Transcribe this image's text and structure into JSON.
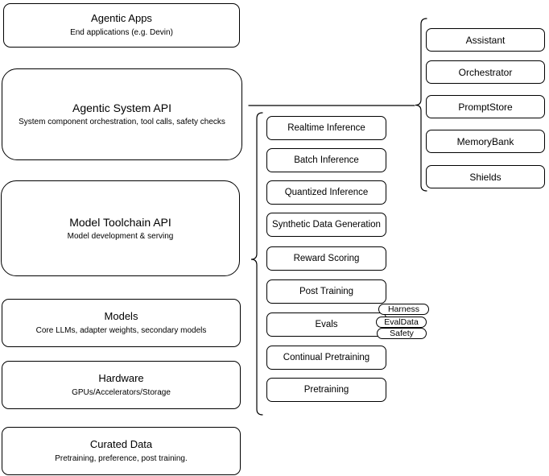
{
  "left_column": {
    "boxes": [
      {
        "title": "Agentic Apps",
        "subtitle": "End applications (e.g. Devin)"
      },
      {
        "title": "Agentic System API",
        "subtitle": "System component orchestration, tool calls, safety checks"
      },
      {
        "title": "Model Toolchain API",
        "subtitle": "Model development & serving"
      },
      {
        "title": "Models",
        "subtitle": "Core LLMs, adapter weights, secondary models"
      },
      {
        "title": "Hardware",
        "subtitle": "GPUs/Accelerators/Storage"
      },
      {
        "title": "Curated Data",
        "subtitle": "Pretraining, preference, post training."
      }
    ]
  },
  "toolchain": {
    "items": [
      "Realtime Inference",
      "Batch Inference",
      "Quantized Inference",
      "Synthetic Data Generation",
      "Reward Scoring",
      "Post Training",
      "Evals",
      "Continual Pretraining",
      "Pretraining"
    ],
    "eval_tags": [
      "Harness",
      "EvalData",
      "Safety"
    ]
  },
  "system_components": {
    "items": [
      "Assistant",
      "Orchestrator",
      "PromptStore",
      "MemoryBank",
      "Shields"
    ]
  },
  "colors": {
    "stroke": "#000000",
    "background": "#ffffff"
  }
}
